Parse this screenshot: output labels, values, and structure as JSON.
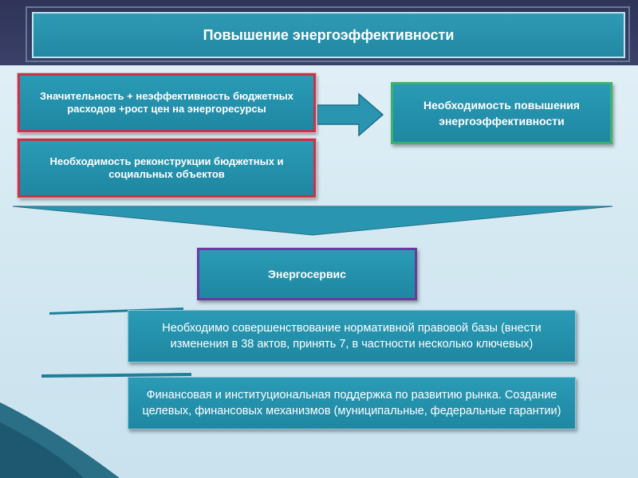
{
  "title": "Повышение энергоэффективности",
  "box1_text": "Значительность + неэффективность бюджетных расходов +рост цен на энергоресурсы",
  "box2_text": "Необходимость реконструкции бюджетных и социальных объектов",
  "result_text": "Необходимость повышения энергоэффективности",
  "center_text": "Энергосервис",
  "item1_text": "Необходимо совершенствование нормативной правовой базы (внести изменения в 38 актов, принять 7, в частности несколько ключевых)",
  "item2_text": "Финансовая и институциональная поддержка по развитию рынка. Создание целевых, финансовых механизмов (муниципальные, федеральные гарантии)",
  "colors": {
    "header_band": "#2f3458",
    "box_fill": "#2388a3",
    "red_border": "#c0364a",
    "green_border": "#3bb36a",
    "purple_border": "#6a3aa0"
  },
  "icons": [
    "arrow-right-icon",
    "chevron-down-icon"
  ]
}
